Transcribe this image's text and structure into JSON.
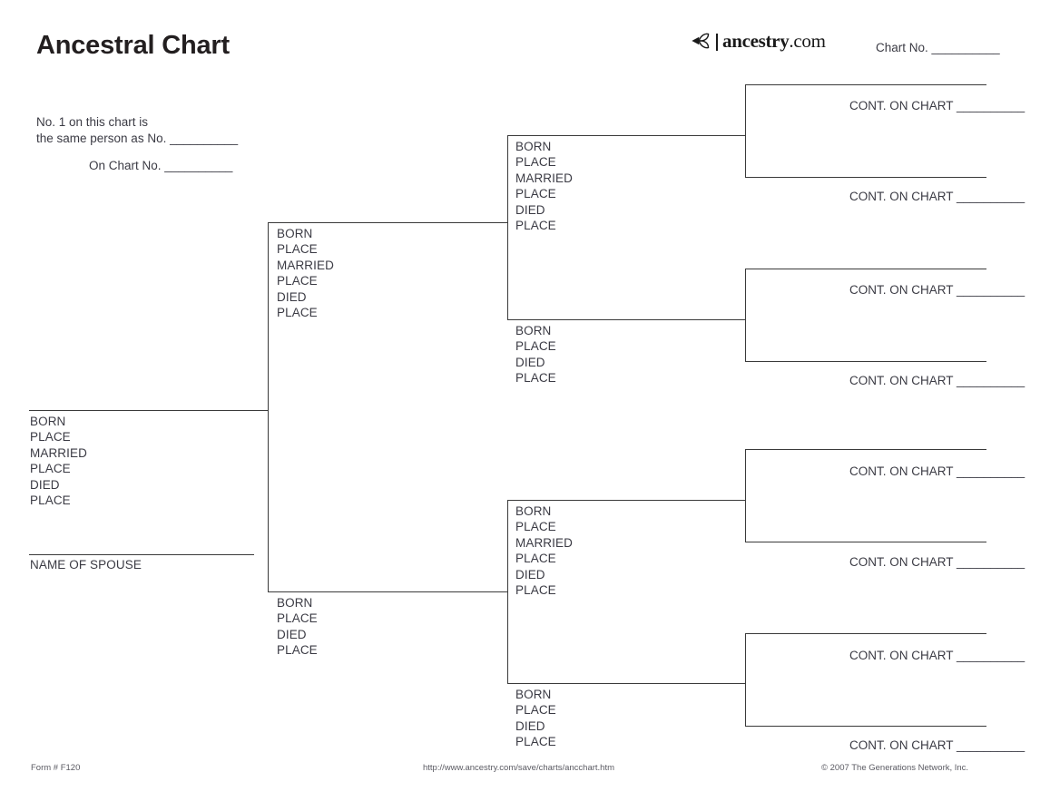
{
  "page": {
    "title": "Ancestral Chart",
    "chart_no_label": "Chart No. __________",
    "brand": {
      "icon": "ancestry-leaf-logo",
      "word": "ancestry",
      "dot": ".com"
    },
    "note": {
      "line1": "No. 1 on this chart is",
      "line2": "the same person as No. __________",
      "line3": "On Chart No. __________"
    },
    "footer": {
      "form": "Form # F120",
      "url": "http://www.ancestry.com/save/charts/ancchart.htm",
      "copyright": "© 2007 The Generations Network, Inc."
    },
    "labels": {
      "born": "BORN",
      "place": "PLACE",
      "married": "MARRIED",
      "died": "DIED",
      "spouse": "NAME OF SPOUSE",
      "cont_on_chart": "CONT. ON CHART __________"
    },
    "colors": {
      "ink": "#3b3b44",
      "rule": "#3a3a3a",
      "title": "#231f20",
      "footer": "#5a5a62",
      "paper": "#ffffff"
    }
  },
  "generation1": {
    "person": {
      "fields": [
        "BORN",
        "PLACE",
        "MARRIED",
        "PLACE",
        "DIED",
        "PLACE"
      ],
      "spouse_label": "NAME OF SPOUSE"
    }
  },
  "generation2": [
    {
      "role": "father",
      "fields": [
        "BORN",
        "PLACE",
        "MARRIED",
        "PLACE",
        "DIED",
        "PLACE"
      ]
    },
    {
      "role": "mother",
      "fields": [
        "BORN",
        "PLACE",
        "DIED",
        "PLACE"
      ]
    }
  ],
  "generation3": [
    {
      "role": "father",
      "fields": [
        "BORN",
        "PLACE",
        "MARRIED",
        "PLACE",
        "DIED",
        "PLACE"
      ]
    },
    {
      "role": "mother",
      "fields": [
        "BORN",
        "PLACE",
        "DIED",
        "PLACE"
      ]
    },
    {
      "role": "father",
      "fields": [
        "BORN",
        "PLACE",
        "MARRIED",
        "PLACE",
        "DIED",
        "PLACE"
      ]
    },
    {
      "role": "mother",
      "fields": [
        "BORN",
        "PLACE",
        "DIED",
        "PLACE"
      ]
    }
  ],
  "generation4": [
    {
      "cont": "CONT. ON CHART __________"
    },
    {
      "cont": "CONT. ON CHART __________"
    },
    {
      "cont": "CONT. ON CHART __________"
    },
    {
      "cont": "CONT. ON CHART __________"
    },
    {
      "cont": "CONT. ON CHART __________"
    },
    {
      "cont": "CONT. ON CHART __________"
    },
    {
      "cont": "CONT. ON CHART __________"
    },
    {
      "cont": "CONT. ON CHART __________"
    }
  ]
}
